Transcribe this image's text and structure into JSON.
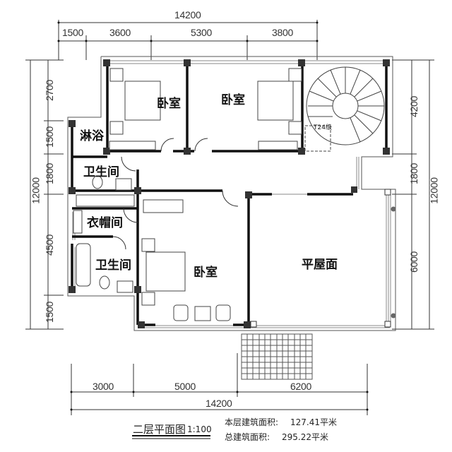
{
  "drawing": {
    "title": "二层平面图",
    "scale": "1:100",
    "floor_area_label": "本层建筑面积:",
    "floor_area_value": "127.41平米",
    "total_area_label": "总建筑面积:",
    "total_area_value": "295.22平米"
  },
  "dimensions": {
    "top_total": "14200",
    "top_segments": [
      "1500",
      "3600",
      "5300",
      "3800"
    ],
    "bottom_total": "14200",
    "bottom_segments": [
      "3000",
      "5000",
      "6200"
    ],
    "left_total": "12000",
    "left_segments": [
      "2700",
      "1500",
      "1800",
      "4500",
      "1500"
    ],
    "right_total": "12000",
    "right_segments": [
      "4200",
      "1800",
      "6000"
    ]
  },
  "rooms": {
    "bedroom_1": "卧室",
    "bedroom_2": "卧室",
    "bedroom_3": "卧室",
    "shower": "淋浴",
    "bathroom_1": "卫生间",
    "closet": "衣帽间",
    "bathroom_2": "卫生间",
    "flat_roof": "平屋面"
  },
  "annotations": {
    "stair_label": "T24级"
  },
  "colors": {
    "wall": "#111111",
    "column": "#333333",
    "line": "#444444",
    "window": "#888888"
  }
}
